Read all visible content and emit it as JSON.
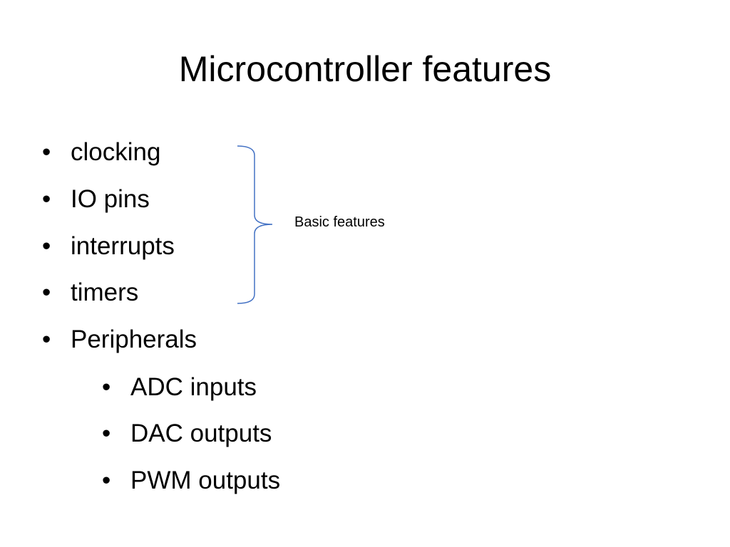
{
  "slide": {
    "title": "Microcontroller features",
    "bullets": [
      {
        "text": "clocking"
      },
      {
        "text": "IO pins"
      },
      {
        "text": "interrupts"
      },
      {
        "text": "timers"
      },
      {
        "text": "Peripherals"
      },
      {
        "text": "ADC inputs"
      },
      {
        "text": "DAC outputs"
      },
      {
        "text": "PWM outputs"
      }
    ],
    "bullet_glyph": "•",
    "annotation": "Basic features",
    "brace_color": "#4472c4"
  }
}
